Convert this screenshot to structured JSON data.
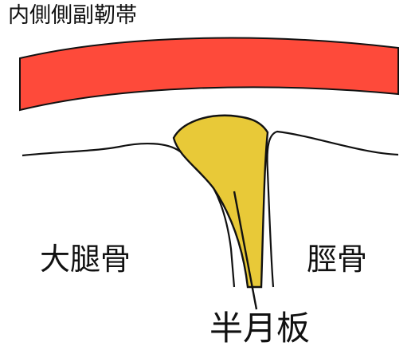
{
  "labels": {
    "ligament": "内側側副靭帯",
    "femur": "大腿骨",
    "tibia": "脛骨",
    "meniscus": "半月板"
  },
  "colors": {
    "ligament_fill": "#fe4a3a",
    "meniscus_fill": "#e8c938",
    "outline": "#111111",
    "background": "#ffffff"
  }
}
